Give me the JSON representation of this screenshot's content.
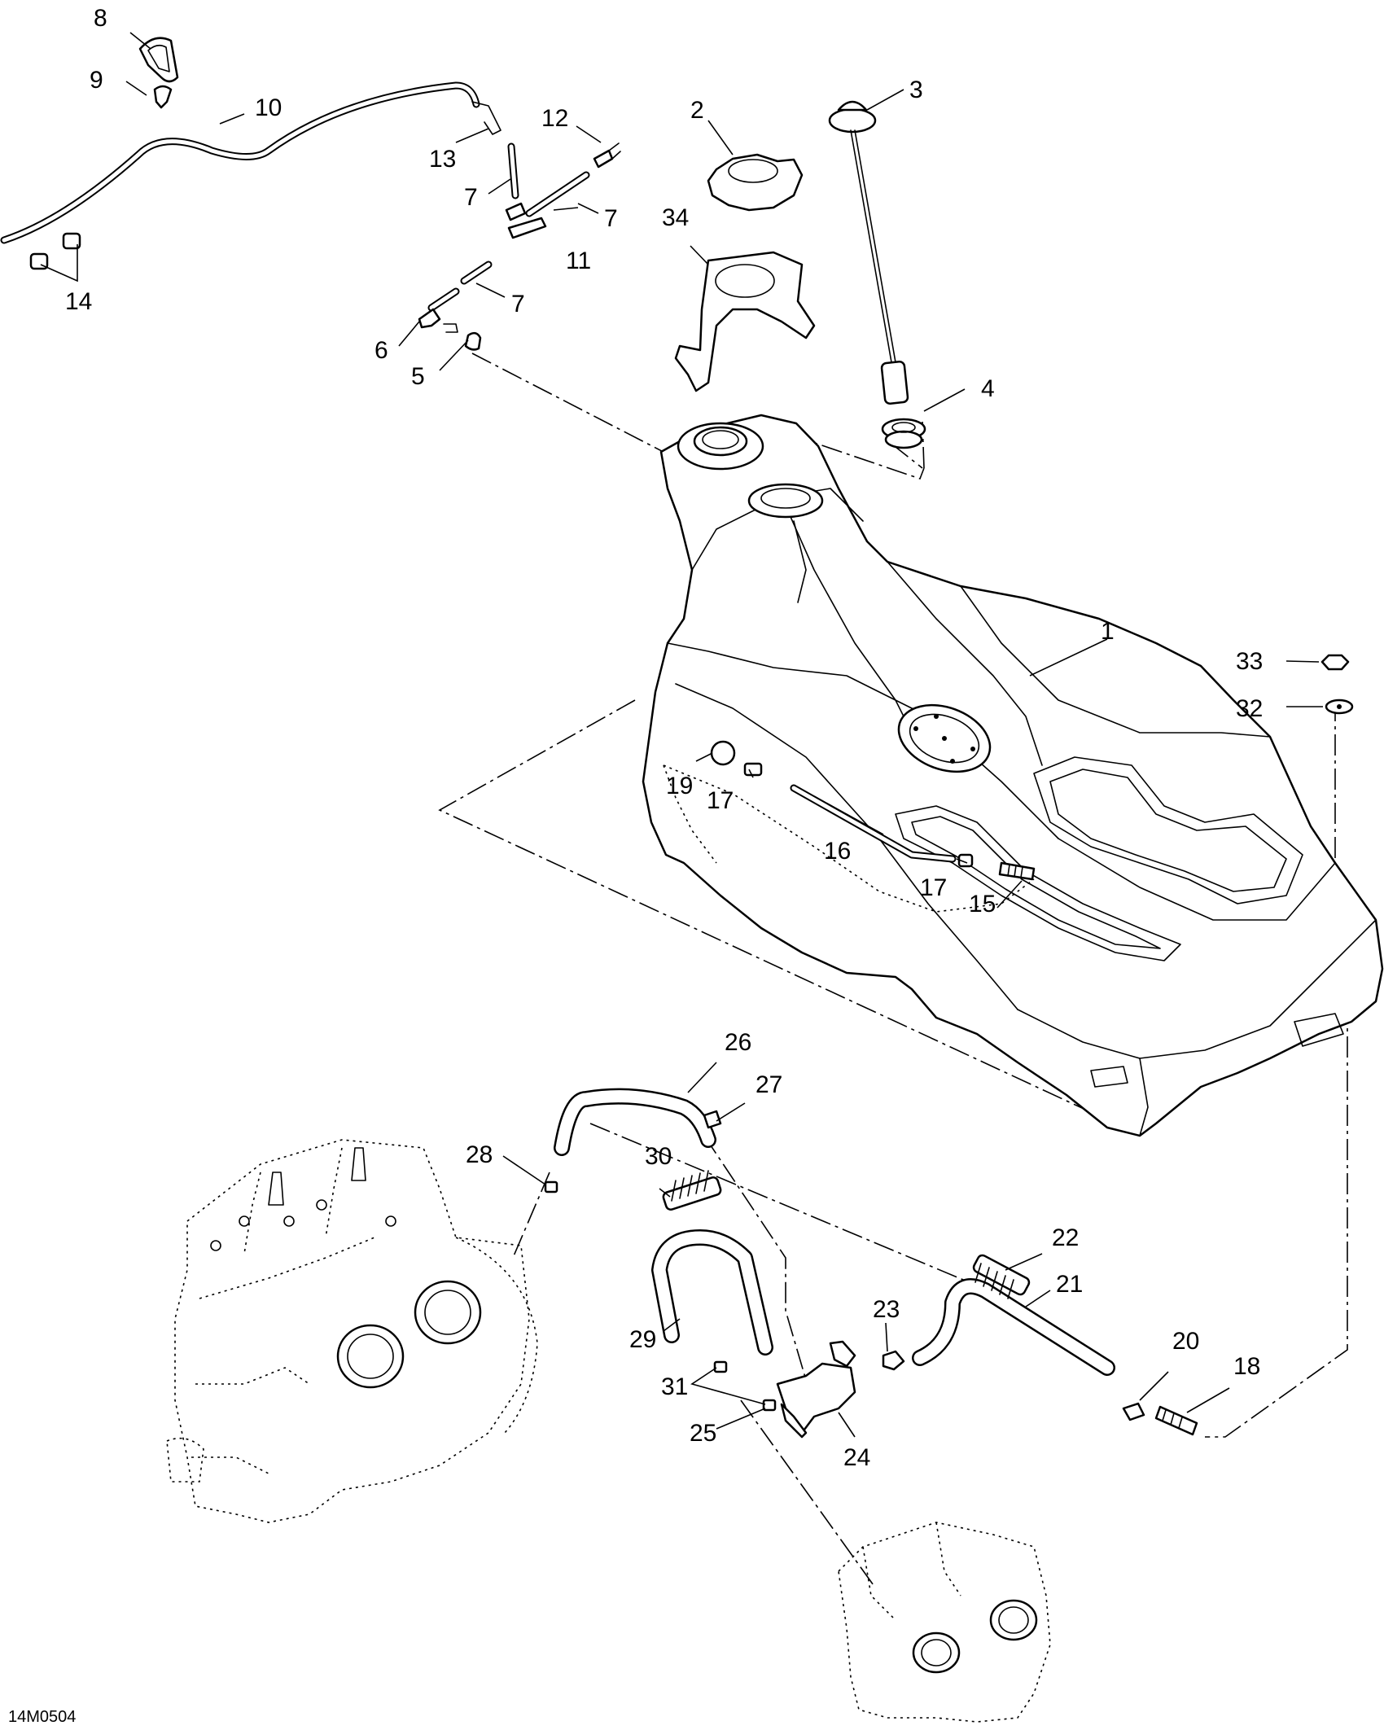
{
  "diagram_code": "14M0504",
  "callouts": [
    {
      "id": "c1",
      "label": "1"
    },
    {
      "id": "c2",
      "label": "2"
    },
    {
      "id": "c3",
      "label": "3"
    },
    {
      "id": "c4",
      "label": "4"
    },
    {
      "id": "c5",
      "label": "5"
    },
    {
      "id": "c6",
      "label": "6"
    },
    {
      "id": "c7a",
      "label": "7"
    },
    {
      "id": "c7b",
      "label": "7"
    },
    {
      "id": "c7c",
      "label": "7"
    },
    {
      "id": "c8",
      "label": "8"
    },
    {
      "id": "c9",
      "label": "9"
    },
    {
      "id": "c10",
      "label": "10"
    },
    {
      "id": "c11",
      "label": "11"
    },
    {
      "id": "c12",
      "label": "12"
    },
    {
      "id": "c13",
      "label": "13"
    },
    {
      "id": "c14",
      "label": "14"
    },
    {
      "id": "c15",
      "label": "15"
    },
    {
      "id": "c16",
      "label": "16"
    },
    {
      "id": "c17a",
      "label": "17"
    },
    {
      "id": "c17b",
      "label": "17"
    },
    {
      "id": "c18",
      "label": "18"
    },
    {
      "id": "c19",
      "label": "19"
    },
    {
      "id": "c20",
      "label": "20"
    },
    {
      "id": "c21",
      "label": "21"
    },
    {
      "id": "c22",
      "label": "22"
    },
    {
      "id": "c23",
      "label": "23"
    },
    {
      "id": "c24",
      "label": "24"
    },
    {
      "id": "c25",
      "label": "25"
    },
    {
      "id": "c26",
      "label": "26"
    },
    {
      "id": "c27",
      "label": "27"
    },
    {
      "id": "c28",
      "label": "28"
    },
    {
      "id": "c29",
      "label": "29"
    },
    {
      "id": "c30",
      "label": "30"
    },
    {
      "id": "c31",
      "label": "31"
    },
    {
      "id": "c32",
      "label": "32"
    },
    {
      "id": "c33",
      "label": "33"
    },
    {
      "id": "c34",
      "label": "34"
    }
  ]
}
